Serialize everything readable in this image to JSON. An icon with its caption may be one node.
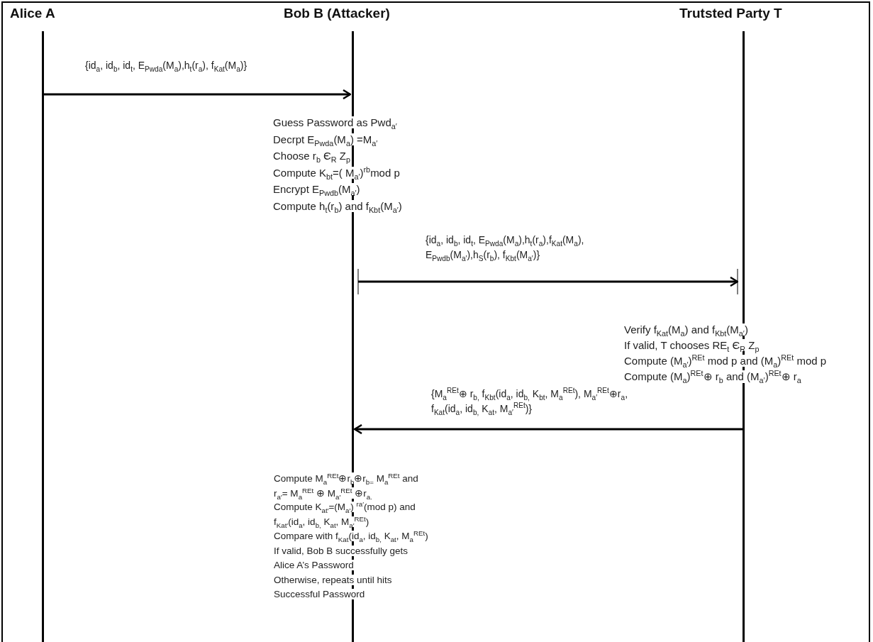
{
  "diagram": {
    "nodes": [
      {
        "text": [
          "Alice A"
        ]
      },
      {
        "text": [
          "Bob B (Attacker)"
        ]
      },
      {
        "text": [
          "Trutsted Party T"
        ]
      }
    ],
    "edges": [
      {
        "from": 0,
        "to": 1,
        "arrow": "to",
        "label": "{id$_{a}$, id$_{b}$, id$_{t}$, E$_{Pwda}$(M$_{a}$),h$_{t}$(r$_{a}$), f$_{Kat}$(M$_{a}$)}"
      },
      {
        "from": 1,
        "to": 2,
        "arrow": "to",
        "label": "{id$_{a}$, id$_{b}$, id$_{t}$, E$_{Pwda}$(M$_{a}$),h$_{t}$(r$_{a}$),f$_{Kat}$(M$_{a}$), E$_{Pwdb}$(M$_{a′}$),h$_{S}$(r$_{b}$), f$_{Kbt}$(M$_{a′}$)}"
      },
      {
        "from": 2,
        "to": 1,
        "arrow": "to",
        "label": "{M$_{a}$$^{REt}$⊕ r$_{b,}$ f$_{Kbt}$(id$_{a}$, id$_{b,}$ K$_{bt}$, M$_{a}$$^{REt}$), M$_{a′}$$^{REt}$⊕r$_{a}$, f$_{Kat}$(id$_{a}$, id$_{b,}$ K$_{at}$, M$_{a′}$$^{REt}$)}"
      }
    ],
    "labels": [
      "Guess Password as Pwd$_{a′}$",
      "Decrpt E$_{Pwda}$(M$_{a}$) =M$_{a′}$",
      "Choose r$_{b}$ Є$_{R}$ Z$_{p}$",
      "Compute K$_{bt}$=( M$_{a′}$)$^{rb}$mod p",
      "Encrypt E$_{Pwdb}$(M$_{a′}$)",
      "Compute h$_{t}$(r$_{b}$) and f$_{Kbt}$(M$_{a′}$)",
      "Verify f$_{Kat}$(M$_{a}$) and f$_{Kbt}$(M$_{a′}$)",
      "If valid, T chooses RE$_{t}$ Є$_{R}$ Z$_{p}$",
      "Compute (M$_{a′}$)$^{REt}$ mod p and (M$_{a}$)$^{REt}$ mod p",
      "Compute (M$_{a}$)$^{REt}$⊕ r$_{b}$ and (M$_{a′}$)$^{REt}$⊕ r$_{a}$",
      "Compute M$_{a}$$^{REt}$⊕r$_{b}$⊕r$_{b=}$ M$_{a}$$^{REt}$ and",
      "r$_{a′}$= M$_{a}$$^{REt}$ ⊕ M$_{a′}$$^{REt}$ ⊕r$_{a.}$",
      "Compute K$_{at′}$=(M$_{a′}$) $^{ra′}$(mod  p) and",
      "f$_{Kat′}$(id$_{a}$, id$_{b,}$ K$_{at}$, M$_{a′}$$^{REt}$)",
      "Compare with f$_{Kat}$(id$_{a}$, id$_{b,}$ K$_{at}$, M$_{a}$$^{REt}$)",
      "If valid, Bob B successfully gets",
      "Alice A’s Password",
      "Otherwise, repeats until hits",
      "Successful Password"
    ]
  }
}
